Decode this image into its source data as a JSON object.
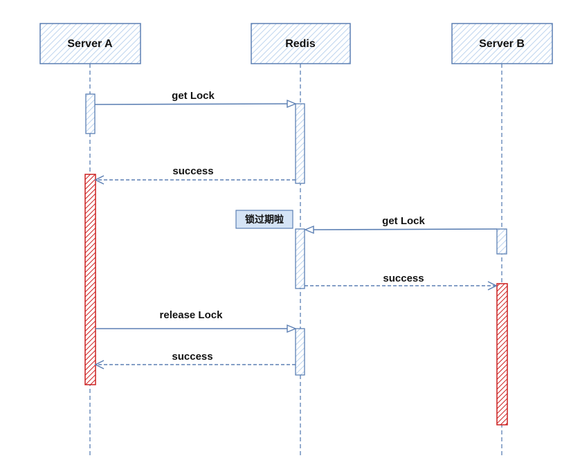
{
  "colors": {
    "line": "#5b7fb3",
    "box_fill": "#dbe8f6",
    "highlight": "#cc1f1f",
    "note_fill": "#d5e4f6",
    "text": "#111111"
  },
  "participants": [
    {
      "id": "server-a",
      "label": "Server A"
    },
    {
      "id": "redis",
      "label": "Redis"
    },
    {
      "id": "server-b",
      "label": "Server B"
    }
  ],
  "messages": [
    {
      "id": "a-get-lock",
      "from": "Server A",
      "to": "Redis",
      "label": "get Lock",
      "style": "solid"
    },
    {
      "id": "redis-success-a",
      "from": "Redis",
      "to": "Server A",
      "label": "success",
      "style": "dashed"
    },
    {
      "id": "b-get-lock",
      "from": "Server B",
      "to": "Redis",
      "label": "get Lock",
      "style": "solid"
    },
    {
      "id": "redis-success-b",
      "from": "Redis",
      "to": "Server B",
      "label": "success",
      "style": "dashed"
    },
    {
      "id": "a-release-lock",
      "from": "Server A",
      "to": "Redis",
      "label": "release Lock",
      "style": "solid"
    },
    {
      "id": "redis-success-a2",
      "from": "Redis",
      "to": "Server A",
      "label": "success",
      "style": "dashed"
    }
  ],
  "note": {
    "text": "锁过期啦"
  }
}
